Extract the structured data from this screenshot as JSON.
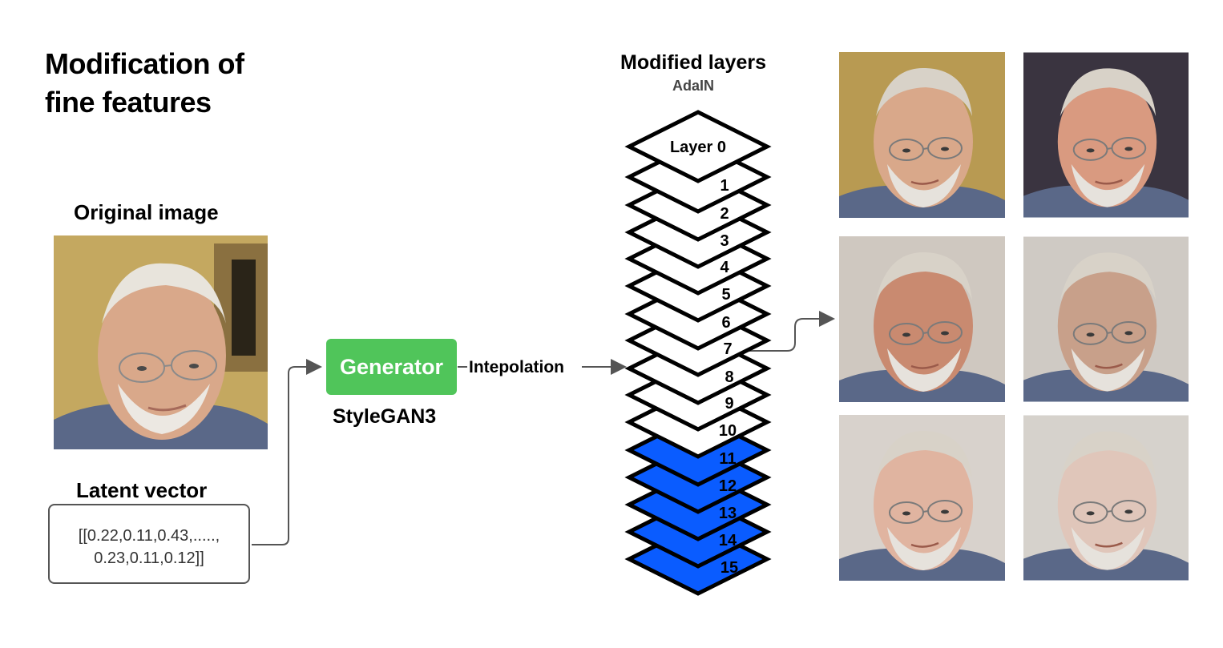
{
  "title_line1": "Modification  of",
  "title_line2": "fine features",
  "original_image_label": "Original image",
  "latent_vector_label": "Latent vector",
  "latent_vector_line1": "[[0.22,0.11,0.43,.....,",
  "latent_vector_line2": "0.23,0.11,0.12]]",
  "generator_label": "Generator",
  "generator_model": "StyleGAN3",
  "interpolation_label": "Intepolation",
  "modified_layers_title": "Modified layers",
  "modified_layers_subtitle": "AdaIN",
  "layer_prefix": "Layer",
  "layers": [
    {
      "label": "0",
      "highlighted": false
    },
    {
      "label": "1",
      "highlighted": false
    },
    {
      "label": "2",
      "highlighted": false
    },
    {
      "label": "3",
      "highlighted": false
    },
    {
      "label": "4",
      "highlighted": false
    },
    {
      "label": "5",
      "highlighted": false
    },
    {
      "label": "6",
      "highlighted": false
    },
    {
      "label": "7",
      "highlighted": false
    },
    {
      "label": "8",
      "highlighted": false
    },
    {
      "label": "9",
      "highlighted": false
    },
    {
      "label": "10",
      "highlighted": false
    },
    {
      "label": "11",
      "highlighted": true
    },
    {
      "label": "12",
      "highlighted": true
    },
    {
      "label": "13",
      "highlighted": true
    },
    {
      "label": "14",
      "highlighted": true
    },
    {
      "label": "15",
      "highlighted": true
    }
  ],
  "colors": {
    "highlight": "#0a5cff",
    "generator": "#50c55a",
    "arrow": "#555555"
  },
  "output_images": [
    {
      "name": "output-face-1",
      "bg": "#b89a52",
      "skin": "#d9a88a"
    },
    {
      "name": "output-face-2",
      "bg": "#3a3440",
      "skin": "#d99a80"
    },
    {
      "name": "output-face-3",
      "bg": "#cfc8c0",
      "skin": "#c98a70"
    },
    {
      "name": "output-face-4",
      "bg": "#cfcac4",
      "skin": "#c8a08a"
    },
    {
      "name": "output-face-5",
      "bg": "#d8d2cc",
      "skin": "#e0b4a0"
    },
    {
      "name": "output-face-6",
      "bg": "#d6d2cc",
      "skin": "#e0c6ba"
    }
  ]
}
